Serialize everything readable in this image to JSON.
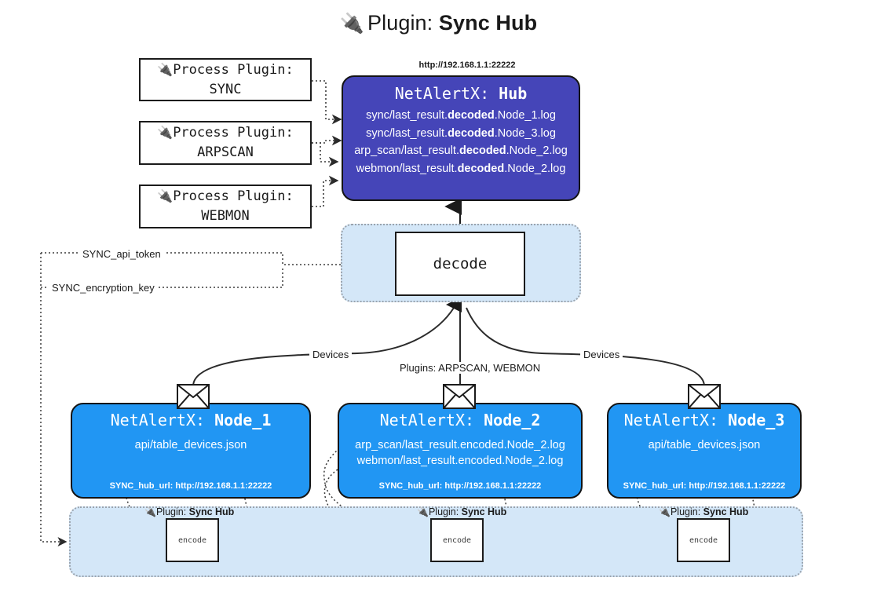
{
  "title": {
    "icon": "plug-icon",
    "prefix": "Plugin:",
    "name": "Sync Hub"
  },
  "process_plugins": [
    {
      "icon": "plug-icon",
      "line1": "Process Plugin:",
      "line2": "SYNC"
    },
    {
      "icon": "plug-icon",
      "line1": "Process Plugin:",
      "line2": "ARPSCAN"
    },
    {
      "icon": "plug-icon",
      "line1": "Process Plugin:",
      "line2": "WEBMON"
    }
  ],
  "hub": {
    "url": "http://192.168.1.1:22222",
    "title_prefix": "NetAlertX:",
    "title_name": "Hub",
    "fill_color": "#4545b8",
    "logs": [
      {
        "pre": "sync/last_result.",
        "mid": "decoded",
        "post": ".Node_1.log"
      },
      {
        "pre": "sync/last_result.",
        "mid": "decoded",
        "post": ".Node_3.log"
      },
      {
        "pre": "arp_scan/last_result.",
        "mid": "decoded",
        "post": ".Node_2.log"
      },
      {
        "pre": "webmon/last_result.",
        "mid": "decoded",
        "post": ".Node_2.log"
      }
    ]
  },
  "decode": {
    "label": "decode",
    "group_fill": "#d4e7f8"
  },
  "edge_labels": {
    "api_token": "SYNC_api_token",
    "encryption_key": "SYNC_encryption_key",
    "devices_left": "Devices",
    "devices_right": "Devices",
    "plugins": "Plugins: ARPSCAN, WEBMON"
  },
  "nodes": [
    {
      "title_prefix": "NetAlertX:",
      "title_name": "Node_1",
      "fill_color": "#2196f3",
      "lines": [
        "api/table_devices.json"
      ],
      "footer": "SYNC_hub_url: http://192.168.1.1:22222",
      "envelope_icon": "envelope-icon"
    },
    {
      "title_prefix": "NetAlertX:",
      "title_name": "Node_2",
      "fill_color": "#2196f3",
      "lines": [
        "arp_scan/last_result.encoded.Node_2.log",
        "webmon/last_result.encoded.Node_2.log"
      ],
      "footer": "SYNC_hub_url: http://192.168.1.1:22222",
      "envelope_icon": "envelope-icon"
    },
    {
      "title_prefix": "NetAlertX:",
      "title_name": "Node_3",
      "fill_color": "#2196f3",
      "lines": [
        "api/table_devices.json"
      ],
      "footer": "SYNC_hub_url: http://192.168.1.1:22222",
      "envelope_icon": "envelope-icon"
    }
  ],
  "encode_groups": [
    {
      "plugin_prefix": "Plugin:",
      "plugin_name": "Sync Hub",
      "box_label": "encode",
      "icon": "plug-icon"
    },
    {
      "plugin_prefix": "Plugin:",
      "plugin_name": "Sync Hub",
      "box_label": "encode",
      "icon": "plug-icon"
    },
    {
      "plugin_prefix": "Plugin:",
      "plugin_name": "Sync Hub",
      "box_label": "encode",
      "icon": "plug-icon"
    }
  ]
}
